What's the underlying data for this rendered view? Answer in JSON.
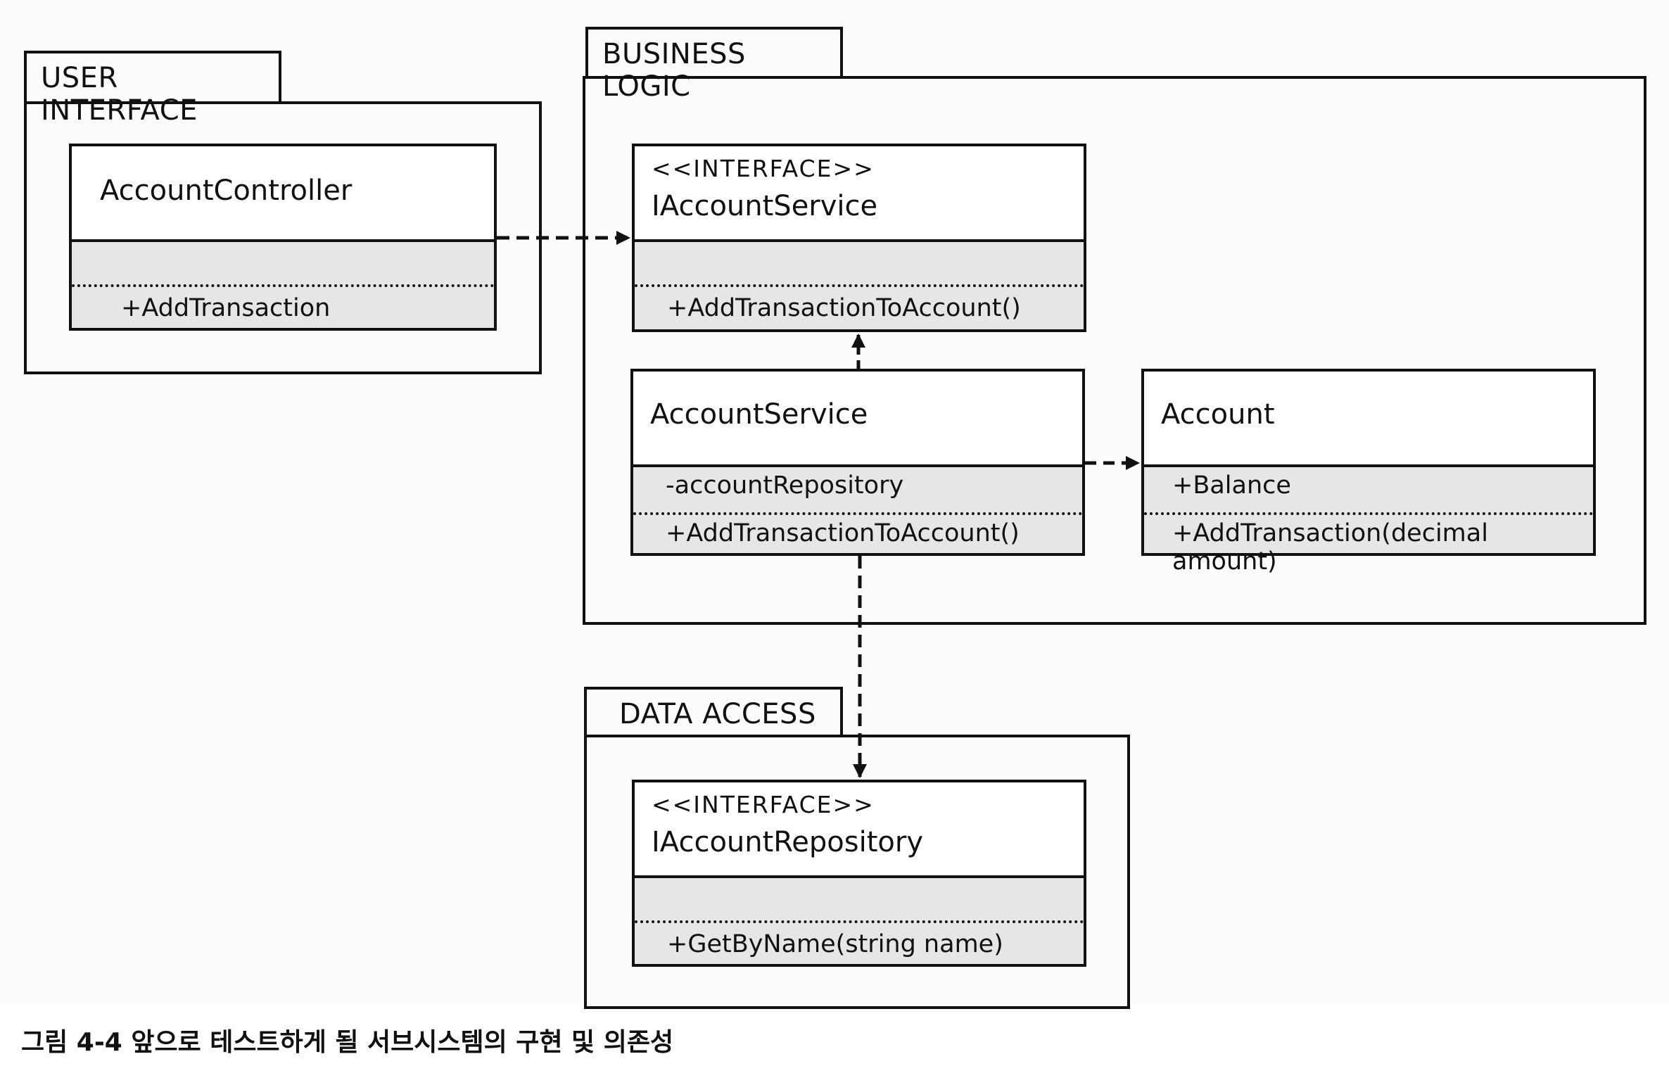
{
  "packages": {
    "user_interface": "USER INTERFACE",
    "business_logic": "BUSINESS LOGIC",
    "data_access": "DATA ACCESS"
  },
  "classes": {
    "account_controller": {
      "name": "AccountController",
      "member": "+AddTransaction"
    },
    "iaccount_service": {
      "stereotype": "<<INTERFACE>>",
      "name": "IAccountService",
      "member": "+AddTransactionToAccount()"
    },
    "account_service": {
      "name": "AccountService",
      "field": "-accountRepository",
      "member": "+AddTransactionToAccount()"
    },
    "account": {
      "name": "Account",
      "field": "+Balance",
      "member": "+AddTransaction(decimal amount)"
    },
    "iaccount_repository": {
      "stereotype": "<<INTERFACE>>",
      "name": "IAccountRepository",
      "member": "+GetByName(string name)"
    }
  },
  "caption": "그림 4-4 앞으로 테스트하게 될 서브시스템의 구현 및 의존성"
}
